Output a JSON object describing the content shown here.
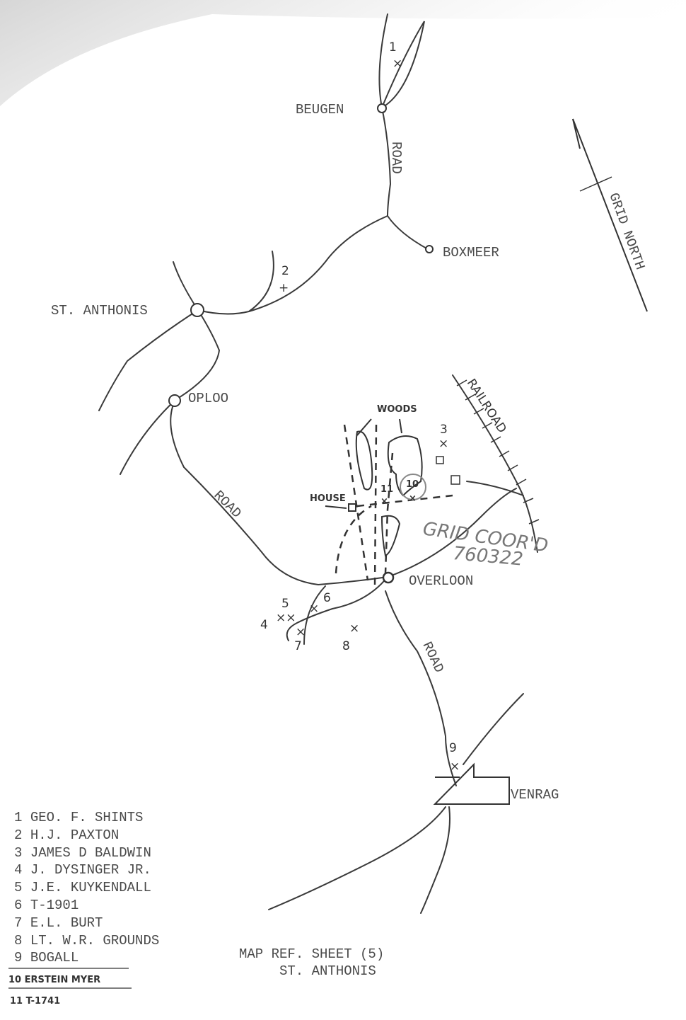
{
  "map": {
    "towns": {
      "beugen": "BEUGEN",
      "boxmeer": "BOXMEER",
      "st_anthonis": "ST. ANTHONIS",
      "oploo": "OPLOO",
      "overloon": "OVERLOON",
      "venrag": "VENRAG"
    },
    "road_labels": [
      "ROAD",
      "ROAD",
      "ROAD"
    ],
    "railroad_label": "RAILROAD",
    "grid_north_label": "GRID NORTH",
    "woods_label": "WOODS",
    "house_label": "HOUSE",
    "grid_coord_label": "GRID COOR'D",
    "grid_coord_value": "760322",
    "site_markers": [
      "1",
      "2",
      "3",
      "4",
      "5",
      "6",
      "7",
      "8",
      "9",
      "10",
      "11"
    ]
  },
  "legend": [
    {
      "num": "1",
      "name": "GEO. F. SHINTS"
    },
    {
      "num": "2",
      "name": "H.J. PAXTON"
    },
    {
      "num": "3",
      "name": "JAMES D BALDWIN"
    },
    {
      "num": "4",
      "name": "J. DYSINGER JR."
    },
    {
      "num": "5",
      "name": "J.E. KUYKENDALL"
    },
    {
      "num": "6",
      "name": "T-1901"
    },
    {
      "num": "7",
      "name": "E.L. BURT"
    },
    {
      "num": "8",
      "name": "LT. W.R. GROUNDS"
    },
    {
      "num": "9",
      "name": "BOGALL"
    },
    {
      "num": "10",
      "name": "ERSTEIN MYER"
    },
    {
      "num": "11",
      "name": "T-1741"
    }
  ],
  "caption": {
    "line1": "MAP REF. SHEET (5)",
    "line2": "ST. ANTHONIS"
  }
}
